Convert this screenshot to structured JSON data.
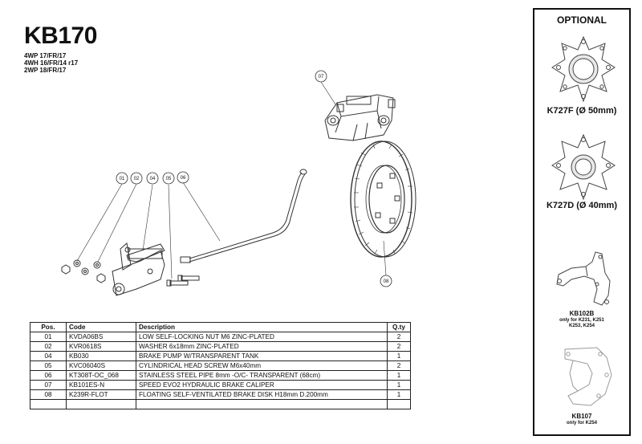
{
  "header": {
    "title": "KB170",
    "subtitles": [
      "4WP 17/FR/17",
      "4WH 16/FR/14 r17",
      "2WP 18/FR/17"
    ]
  },
  "callouts": [
    "01",
    "02",
    "04",
    "05",
    "06",
    "07",
    "08"
  ],
  "parts_table": {
    "headers": {
      "pos": "Pos.",
      "code": "Code",
      "description": "Description",
      "qty": "Q.ty"
    },
    "rows": [
      {
        "pos": "01",
        "code": "KVDA06BS",
        "description": "LOW SELF-LOCKING NUT M6 ZINC-PLATED",
        "qty": "2"
      },
      {
        "pos": "02",
        "code": "KVR0618S",
        "description": "WASHER 6x18mm ZINC-PLATED",
        "qty": "2"
      },
      {
        "pos": "04",
        "code": "KB030",
        "description": "BRAKE PUMP W/TRANSPARENT TANK",
        "qty": "1"
      },
      {
        "pos": "05",
        "code": "KVC06040S",
        "description": "CYLINDRICAL HEAD SCREW M6x40mm",
        "qty": "2"
      },
      {
        "pos": "06",
        "code": "KT308T-OC_068",
        "description": "STAINLESS STEEL PIPE 8mm -O/C- TRANSPARENT (68cm)",
        "qty": "1"
      },
      {
        "pos": "07",
        "code": "KB101ES-N",
        "description": "SPEED EVO2 HYDRAULIC BRAKE CALIPER",
        "qty": "1"
      },
      {
        "pos": "08",
        "code": "K239R-FLOT",
        "description": "FLOATING SELF-VENTILATED BRAKE DISK H18mm D.200mm",
        "qty": "1"
      }
    ]
  },
  "optional": {
    "title": "OPTIONAL",
    "items": [
      {
        "code": "K727F (Ø 50mm)",
        "note": ""
      },
      {
        "code": "K727D (Ø 40mm)",
        "note": ""
      },
      {
        "code": "KB102B",
        "note": "only for K231, K251\nK253, K254"
      },
      {
        "code": "KB107",
        "note": "only for K254"
      }
    ]
  }
}
